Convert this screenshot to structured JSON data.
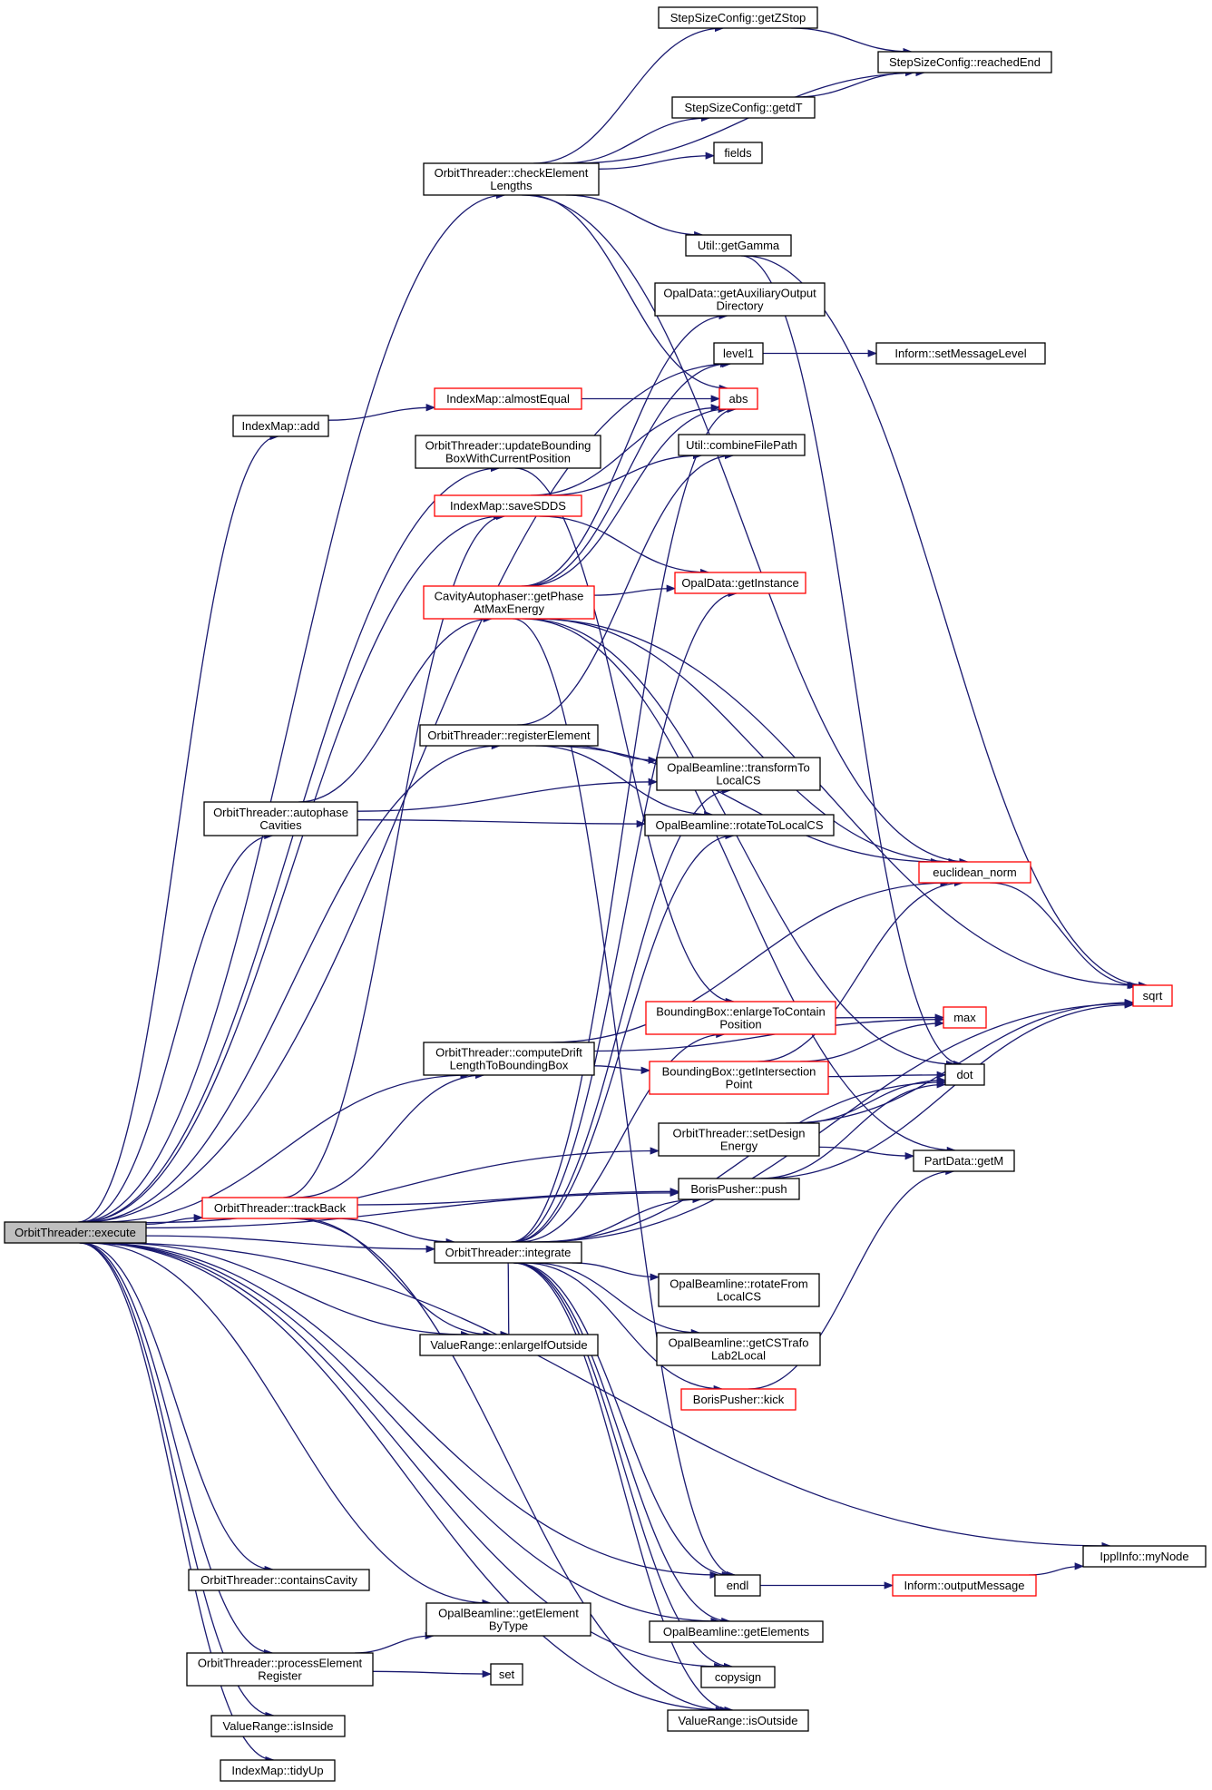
{
  "nodes": {
    "execute": {
      "lines": [
        "OrbitThreader::execute"
      ],
      "style": "root"
    },
    "checkElementLengths": {
      "lines": [
        "OrbitThreader::checkElement",
        "Lengths"
      ],
      "style": "normal"
    },
    "getZStop": {
      "lines": [
        "StepSizeConfig::getZStop"
      ],
      "style": "normal"
    },
    "reachedEnd": {
      "lines": [
        "StepSizeConfig::reachedEnd"
      ],
      "style": "normal"
    },
    "getdT": {
      "lines": [
        "StepSizeConfig::getdT"
      ],
      "style": "normal"
    },
    "fields": {
      "lines": [
        "fields"
      ],
      "style": "normal"
    },
    "getGamma": {
      "lines": [
        "Util::getGamma"
      ],
      "style": "normal"
    },
    "getAuxiliaryOutputDirectory": {
      "lines": [
        "OpalData::getAuxiliaryOutput",
        "Directory"
      ],
      "style": "normal"
    },
    "level1": {
      "lines": [
        "level1"
      ],
      "style": "normal"
    },
    "setMessageLevel": {
      "lines": [
        "Inform::setMessageLevel"
      ],
      "style": "normal"
    },
    "indexMapAdd": {
      "lines": [
        "IndexMap::add"
      ],
      "style": "normal"
    },
    "almostEqual": {
      "lines": [
        "IndexMap::almostEqual"
      ],
      "style": "red"
    },
    "abs": {
      "lines": [
        "abs"
      ],
      "style": "red"
    },
    "updateBoundingBox": {
      "lines": [
        "OrbitThreader::updateBounding",
        "BoxWithCurrentPosition"
      ],
      "style": "normal"
    },
    "combineFilePath": {
      "lines": [
        "Util::combineFilePath"
      ],
      "style": "normal"
    },
    "saveSDDS": {
      "lines": [
        "IndexMap::saveSDDS"
      ],
      "style": "red"
    },
    "getPhaseAtMaxEnergy": {
      "lines": [
        "CavityAutophaser::getPhase",
        "AtMaxEnergy"
      ],
      "style": "red"
    },
    "getInstance": {
      "lines": [
        "OpalData::getInstance"
      ],
      "style": "red"
    },
    "registerElement": {
      "lines": [
        "OrbitThreader::registerElement"
      ],
      "style": "normal"
    },
    "transformToLocalCS": {
      "lines": [
        "OpalBeamline::transformTo",
        "LocalCS"
      ],
      "style": "normal"
    },
    "autophaseCavities": {
      "lines": [
        "OrbitThreader::autophase",
        "Cavities"
      ],
      "style": "normal"
    },
    "rotateToLocalCS": {
      "lines": [
        "OpalBeamline::rotateToLocalCS"
      ],
      "style": "normal"
    },
    "euclideanNorm": {
      "lines": [
        "euclidean_norm"
      ],
      "style": "red"
    },
    "sqrt": {
      "lines": [
        "sqrt"
      ],
      "style": "red"
    },
    "enlargeToContainPosition": {
      "lines": [
        "BoundingBox::enlargeToContain",
        "Position"
      ],
      "style": "red"
    },
    "max": {
      "lines": [
        "max"
      ],
      "style": "red"
    },
    "computeDriftLength": {
      "lines": [
        "OrbitThreader::computeDrift",
        "LengthToBoundingBox"
      ],
      "style": "normal"
    },
    "getIntersectionPoint": {
      "lines": [
        "BoundingBox::getIntersection",
        "Point"
      ],
      "style": "red"
    },
    "dot": {
      "lines": [
        "dot"
      ],
      "style": "normal"
    },
    "setDesignEnergy": {
      "lines": [
        "OrbitThreader::setDesign",
        "Energy"
      ],
      "style": "normal"
    },
    "getM": {
      "lines": [
        "PartData::getM"
      ],
      "style": "normal"
    },
    "push": {
      "lines": [
        "BorisPusher::push"
      ],
      "style": "normal"
    },
    "trackBack": {
      "lines": [
        "OrbitThreader::trackBack"
      ],
      "style": "red"
    },
    "integrate": {
      "lines": [
        "OrbitThreader::integrate"
      ],
      "style": "normal"
    },
    "rotateFromLocalCS": {
      "lines": [
        "OpalBeamline::rotateFrom",
        "LocalCS"
      ],
      "style": "normal"
    },
    "getCSTrafoLab2Local": {
      "lines": [
        "OpalBeamline::getCSTrafo",
        "Lab2Local"
      ],
      "style": "normal"
    },
    "enlargeIfOutside": {
      "lines": [
        "ValueRange::enlargeIfOutside"
      ],
      "style": "normal"
    },
    "kick": {
      "lines": [
        "BorisPusher::kick"
      ],
      "style": "red"
    },
    "myNode": {
      "lines": [
        "IpplInfo::myNode"
      ],
      "style": "normal"
    },
    "containsCavity": {
      "lines": [
        "OrbitThreader::containsCavity"
      ],
      "style": "normal"
    },
    "endl": {
      "lines": [
        "endl"
      ],
      "style": "normal"
    },
    "outputMessage": {
      "lines": [
        "Inform::outputMessage"
      ],
      "style": "red"
    },
    "getElementByType": {
      "lines": [
        "OpalBeamline::getElement",
        "ByType"
      ],
      "style": "normal"
    },
    "getElements": {
      "lines": [
        "OpalBeamline::getElements"
      ],
      "style": "normal"
    },
    "processElementRegister": {
      "lines": [
        "OrbitThreader::processElement",
        "Register"
      ],
      "style": "normal"
    },
    "set": {
      "lines": [
        "set"
      ],
      "style": "normal"
    },
    "copysign": {
      "lines": [
        "copysign"
      ],
      "style": "normal"
    },
    "isInside": {
      "lines": [
        "ValueRange::isInside"
      ],
      "style": "normal"
    },
    "isOutside": {
      "lines": [
        "ValueRange::isOutside"
      ],
      "style": "normal"
    },
    "tidyUp": {
      "lines": [
        "IndexMap::tidyUp"
      ],
      "style": "normal"
    }
  },
  "edges": [
    [
      "execute",
      "checkElementLengths"
    ],
    [
      "execute",
      "level1"
    ],
    [
      "execute",
      "indexMapAdd"
    ],
    [
      "execute",
      "updateBoundingBox"
    ],
    [
      "execute",
      "saveSDDS"
    ],
    [
      "execute",
      "registerElement"
    ],
    [
      "execute",
      "autophaseCavities"
    ],
    [
      "execute",
      "computeDriftLength"
    ],
    [
      "execute",
      "setDesignEnergy"
    ],
    [
      "execute",
      "push"
    ],
    [
      "execute",
      "trackBack"
    ],
    [
      "execute",
      "integrate"
    ],
    [
      "execute",
      "enlargeIfOutside"
    ],
    [
      "execute",
      "myNode"
    ],
    [
      "execute",
      "endl"
    ],
    [
      "execute",
      "containsCavity"
    ],
    [
      "execute",
      "getElementByType"
    ],
    [
      "execute",
      "getElements"
    ],
    [
      "execute",
      "processElementRegister"
    ],
    [
      "execute",
      "copysign"
    ],
    [
      "execute",
      "isInside"
    ],
    [
      "execute",
      "isOutside"
    ],
    [
      "execute",
      "tidyUp"
    ],
    [
      "checkElementLengths",
      "getZStop"
    ],
    [
      "checkElementLengths",
      "reachedEnd"
    ],
    [
      "checkElementLengths",
      "getdT"
    ],
    [
      "checkElementLengths",
      "fields"
    ],
    [
      "checkElementLengths",
      "getGamma"
    ],
    [
      "checkElementLengths",
      "euclideanNorm"
    ],
    [
      "checkElementLengths",
      "abs"
    ],
    [
      "getZStop",
      "reachedEnd"
    ],
    [
      "getdT",
      "reachedEnd"
    ],
    [
      "getGamma",
      "sqrt"
    ],
    [
      "getGamma",
      "dot"
    ],
    [
      "level1",
      "setMessageLevel"
    ],
    [
      "indexMapAdd",
      "almostEqual"
    ],
    [
      "almostEqual",
      "abs"
    ],
    [
      "updateBoundingBox",
      "enlargeToContainPosition"
    ],
    [
      "saveSDDS",
      "combineFilePath"
    ],
    [
      "saveSDDS",
      "getInstance"
    ],
    [
      "saveSDDS",
      "abs"
    ],
    [
      "getPhaseAtMaxEnergy",
      "getAuxiliaryOutputDirectory"
    ],
    [
      "getPhaseAtMaxEnergy",
      "level1"
    ],
    [
      "getPhaseAtMaxEnergy",
      "abs"
    ],
    [
      "getPhaseAtMaxEnergy",
      "getInstance"
    ],
    [
      "getPhaseAtMaxEnergy",
      "euclideanNorm"
    ],
    [
      "getPhaseAtMaxEnergy",
      "sqrt"
    ],
    [
      "getPhaseAtMaxEnergy",
      "dot"
    ],
    [
      "getPhaseAtMaxEnergy",
      "getM"
    ],
    [
      "getPhaseAtMaxEnergy",
      "endl"
    ],
    [
      "registerElement",
      "transformToLocalCS"
    ],
    [
      "registerElement",
      "rotateToLocalCS"
    ],
    [
      "registerElement",
      "euclideanNorm"
    ],
    [
      "registerElement",
      "combineFilePath"
    ],
    [
      "autophaseCavities",
      "getPhaseAtMaxEnergy"
    ],
    [
      "autophaseCavities",
      "transformToLocalCS"
    ],
    [
      "autophaseCavities",
      "rotateToLocalCS"
    ],
    [
      "euclideanNorm",
      "sqrt"
    ],
    [
      "enlargeToContainPosition",
      "max"
    ],
    [
      "computeDriftLength",
      "getIntersectionPoint"
    ],
    [
      "computeDriftLength",
      "euclideanNorm"
    ],
    [
      "computeDriftLength",
      "max"
    ],
    [
      "getIntersectionPoint",
      "max"
    ],
    [
      "getIntersectionPoint",
      "dot"
    ],
    [
      "getIntersectionPoint",
      "euclideanNorm"
    ],
    [
      "setDesignEnergy",
      "dot"
    ],
    [
      "setDesignEnergy",
      "getM"
    ],
    [
      "setDesignEnergy",
      "sqrt"
    ],
    [
      "push",
      "dot"
    ],
    [
      "push",
      "sqrt"
    ],
    [
      "trackBack",
      "computeDriftLength"
    ],
    [
      "trackBack",
      "push"
    ],
    [
      "trackBack",
      "integrate"
    ],
    [
      "trackBack",
      "enlargeIfOutside"
    ],
    [
      "trackBack",
      "saveSDDS"
    ],
    [
      "trackBack",
      "isOutside"
    ],
    [
      "integrate",
      "push"
    ],
    [
      "integrate",
      "rotateFromLocalCS"
    ],
    [
      "integrate",
      "getCSTrafoLab2Local"
    ],
    [
      "integrate",
      "kick"
    ],
    [
      "integrate",
      "transformToLocalCS"
    ],
    [
      "integrate",
      "rotateToLocalCS"
    ],
    [
      "integrate",
      "enlargeToContainPosition"
    ],
    [
      "integrate",
      "getInstance"
    ],
    [
      "integrate",
      "abs"
    ],
    [
      "integrate",
      "endl"
    ],
    [
      "integrate",
      "getElements"
    ],
    [
      "integrate",
      "copysign"
    ],
    [
      "integrate",
      "isOutside"
    ],
    [
      "integrate",
      "sqrt"
    ],
    [
      "integrate",
      "dot"
    ],
    [
      "integrate",
      "enlargeIfOutside"
    ],
    [
      "kick",
      "getM"
    ],
    [
      "endl",
      "outputMessage"
    ],
    [
      "outputMessage",
      "myNode"
    ],
    [
      "processElementRegister",
      "getElementByType"
    ],
    [
      "processElementRegister",
      "set"
    ]
  ]
}
